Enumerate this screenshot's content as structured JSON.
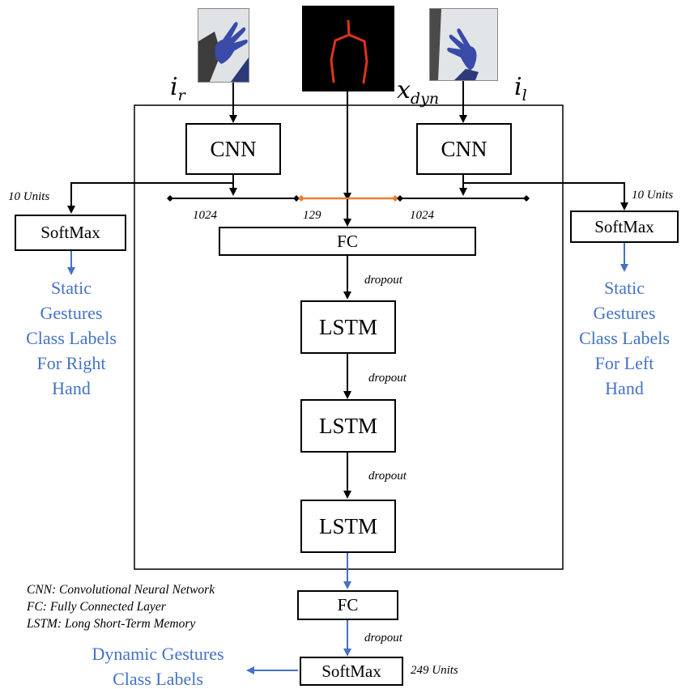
{
  "inputs": {
    "right_symbol": "i",
    "right_sub": "r",
    "dyn_symbol": "x",
    "dyn_sub": "dyn",
    "left_symbol": "i",
    "left_sub": "l"
  },
  "blocks": {
    "cnn_left": "CNN",
    "cnn_right": "CNN",
    "fc_main": "FC",
    "lstm_1": "LSTM",
    "lstm_2": "LSTM",
    "lstm_3": "LSTM",
    "fc_out": "FC",
    "softmax_left": "SoftMax",
    "softmax_right": "SoftMax",
    "softmax_out": "SoftMax"
  },
  "annotations": {
    "units_left": "10 Units",
    "units_right": "10 Units",
    "units_out": "249 Units",
    "dim_left": "1024",
    "dim_mid": "129",
    "dim_right": "1024",
    "dropout_1": "dropout",
    "dropout_2": "dropout",
    "dropout_3": "dropout",
    "dropout_4": "dropout"
  },
  "outputs": {
    "right_hand": [
      "Static",
      "Gestures",
      "Class Labels",
      "For Right",
      "Hand"
    ],
    "left_hand": [
      "Static",
      "Gestures",
      "Class Labels",
      "For Left",
      "Hand"
    ],
    "dynamic": [
      "Dynamic Gestures",
      "Class Labels"
    ]
  },
  "legend": [
    "CNN: Convolutional Neural Network",
    "FC: Fully Connected Layer",
    "LSTM: Long Short-Term Memory"
  ],
  "colors": {
    "line": "#000000",
    "accent_orange": "#ed7d31",
    "output_blue": "#4472c4",
    "skeleton_red": "#e0321e",
    "glove_blue": "#3a4aa8"
  }
}
